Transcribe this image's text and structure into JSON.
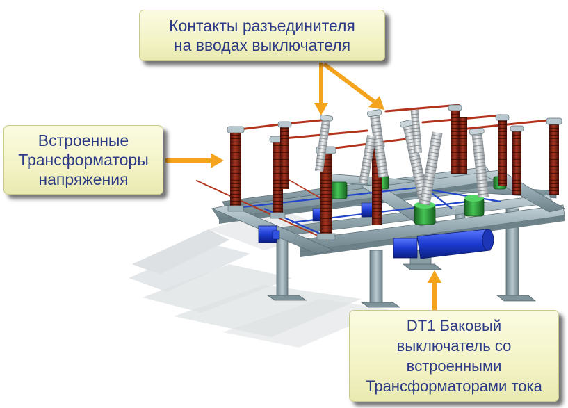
{
  "callouts": {
    "top": "Контакты разъединителя\nна вводах выключателя",
    "left": "Встроенные\nТрансформаторы\nнапряжения",
    "bottom": "DT1 Баковый\nвыключатель со\nвстроенными\nТрансформаторами тока"
  },
  "colors": {
    "callout_text": "#2c3a86",
    "callout_bg": "#f3f3c6",
    "arrow": "#f4a31c",
    "frame_steel": "#8fa4ac",
    "beam_steel": "#9fb3bb",
    "insulator_brown": "#7a1e12",
    "insulator_white": "#d9dde0",
    "tank_green": "#2e9a3a",
    "drive_blue": "#2346c8",
    "bus_red": "#b3341c"
  },
  "icons": {
    "arrow": "orange-arrow-icon"
  }
}
